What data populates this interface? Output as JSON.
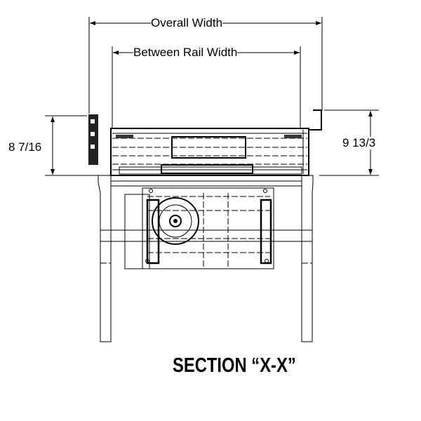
{
  "dimensions": {
    "overall_width": "Overall Width",
    "between_rail_width": "Between Rail Width",
    "left_height": "8 7/16",
    "right_height": "9 13/3"
  },
  "title": "SECTION “X-X”"
}
